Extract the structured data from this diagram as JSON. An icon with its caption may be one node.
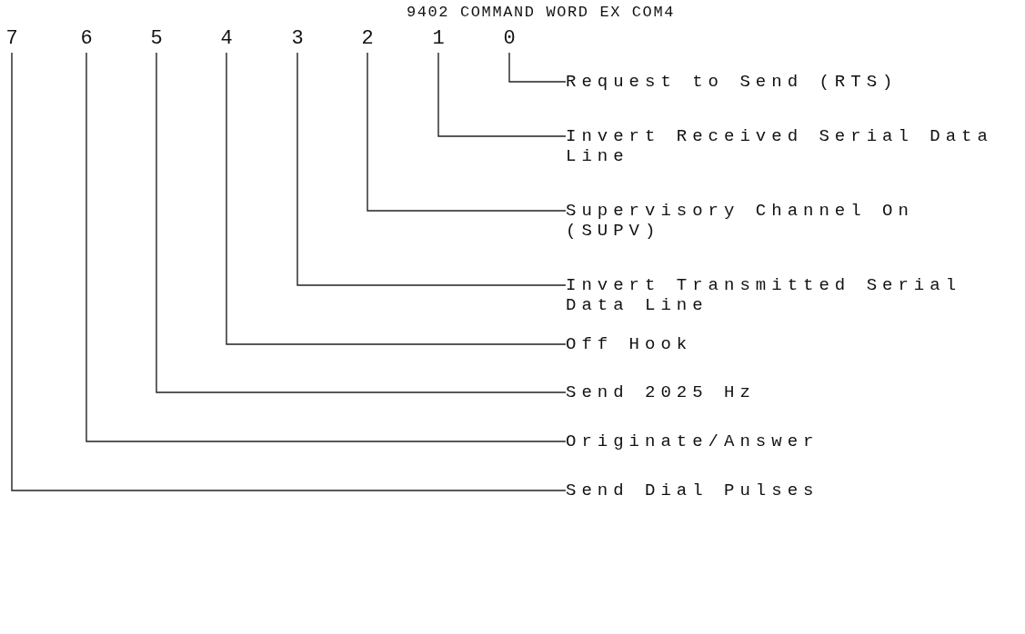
{
  "diagram": {
    "title": "9402 COMMAND WORD EX COM4",
    "nodes": [
      {
        "text": [
          "7"
        ]
      },
      {
        "text": [
          "6"
        ]
      },
      {
        "text": [
          "5"
        ]
      },
      {
        "text": [
          "4"
        ]
      },
      {
        "text": [
          "3"
        ]
      },
      {
        "text": [
          "2"
        ]
      },
      {
        "text": [
          "1"
        ]
      },
      {
        "text": [
          "0"
        ]
      },
      {
        "text": [
          "Request to Send (RTS)"
        ]
      },
      {
        "text": [
          "Invert Received Serial Data Line"
        ]
      },
      {
        "text": [
          "Supervisory Channel On (SUPV)"
        ]
      },
      {
        "text": [
          "Invert Transmitted Serial Data Line"
        ]
      },
      {
        "text": [
          "Off Hook"
        ]
      },
      {
        "text": [
          "Send 2025 Hz"
        ]
      },
      {
        "text": [
          "Originate/Answer"
        ]
      },
      {
        "text": [
          "Send Dial Pulses"
        ]
      }
    ],
    "edges": [
      {
        "from": 7,
        "to": 8,
        "arrow": "none"
      },
      {
        "from": 6,
        "to": 9,
        "arrow": "none"
      },
      {
        "from": 5,
        "to": 10,
        "arrow": "none"
      },
      {
        "from": 4,
        "to": 11,
        "arrow": "none"
      },
      {
        "from": 3,
        "to": 12,
        "arrow": "none"
      },
      {
        "from": 2,
        "to": 13,
        "arrow": "none"
      },
      {
        "from": 1,
        "to": 14,
        "arrow": "none"
      },
      {
        "from": 0,
        "to": 15,
        "arrow": "none"
      }
    ]
  }
}
